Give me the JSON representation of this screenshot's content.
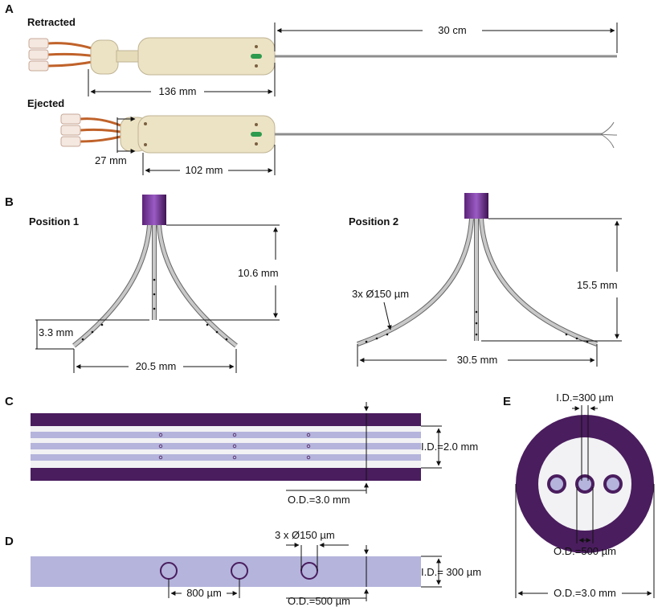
{
  "panels": {
    "A": {
      "letter": "A",
      "retracted_label": "Retracted",
      "ejected_label": "Ejected",
      "shaft_length": "30 cm",
      "retracted_length": "136 mm",
      "ejected_length": "102 mm",
      "ejection_offset": "27 mm"
    },
    "B": {
      "letter": "B",
      "position1_label": "Position 1",
      "position2_label": "Position 2",
      "p1_height": "10.6 mm",
      "p1_tip_rise": "3.3 mm",
      "p1_span": "20.5 mm",
      "p2_height": "15.5 mm",
      "p2_port_label": "3x Ø150 µm",
      "p2_span": "30.5 mm"
    },
    "C": {
      "letter": "C",
      "inner_diameter": "I.D.=2.0 mm",
      "outer_diameter": "O.D.=3.0 mm"
    },
    "D": {
      "letter": "D",
      "port_label": "3 x Ø150 µm",
      "port_spacing": "800 µm",
      "inner_diameter": "I.D.= 300 µm",
      "outer_diameter": "O.D.=500 µm"
    },
    "E": {
      "letter": "E",
      "inner_diameter": "I.D.=300 µm",
      "capillary_od": "O.D.=500 µm",
      "outer_diameter": "O.D.=3.0 mm"
    }
  },
  "colors": {
    "purple": "#4a1d5e",
    "light_purple": "#b4b4dc",
    "handle": "#ece3c4",
    "copper": "#c0622a",
    "shaft": "#8d8d8d"
  }
}
